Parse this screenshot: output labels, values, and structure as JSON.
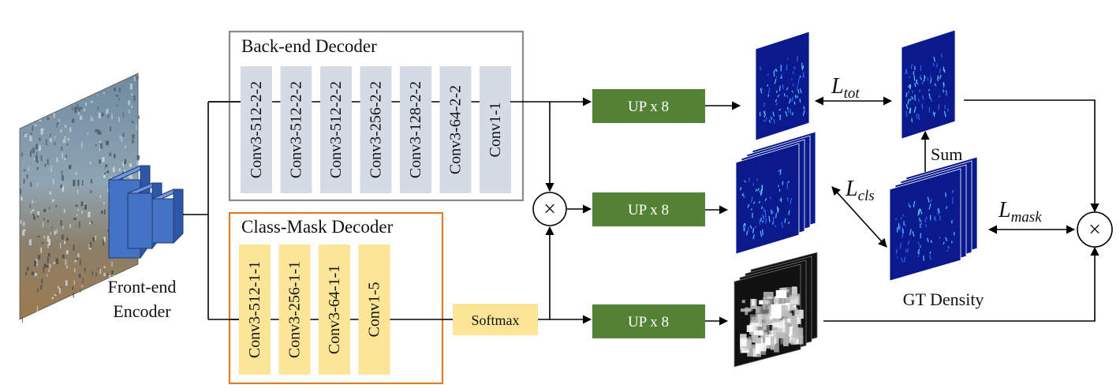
{
  "front_end": {
    "label_line1": "Front-end",
    "label_line2": "Encoder"
  },
  "backend_decoder": {
    "title": "Back-end Decoder",
    "layers": [
      "Conv3-512-2-2",
      "Conv3-512-2-2",
      "Conv3-512-2-2",
      "Conv3-256-2-2",
      "Conv3-128-2-2",
      "Conv3-64-2-2",
      "Conv1-1"
    ]
  },
  "classmask_decoder": {
    "title": "Class-Mask Decoder",
    "layers": [
      "Conv3-512-1-1",
      "Conv3-256-1-1",
      "Conv3-64-1-1",
      "Conv1-5"
    ]
  },
  "softmax": "Softmax",
  "upsample": [
    "UP x 8",
    "UP x 8",
    "UP x 8"
  ],
  "multiply_symbol": "×",
  "sum_label": "Sum",
  "gt_density_label": "GT Density",
  "losses": {
    "tot": {
      "base": "L",
      "sub": "tot"
    },
    "cls": {
      "base": "L",
      "sub": "cls"
    },
    "mask": {
      "base": "L",
      "sub": "mask"
    }
  },
  "colors": {
    "backend_box_border": "#8a8a8a",
    "classmask_box_border": "#e07b2a",
    "backend_layer": "#d4dbe4",
    "classmask_layer": "#fde598",
    "softmax_fill": "#fde598",
    "upsample_fill": "#548235",
    "encoder_block": "#4472c4",
    "density_bg": "#0a1a8c"
  }
}
